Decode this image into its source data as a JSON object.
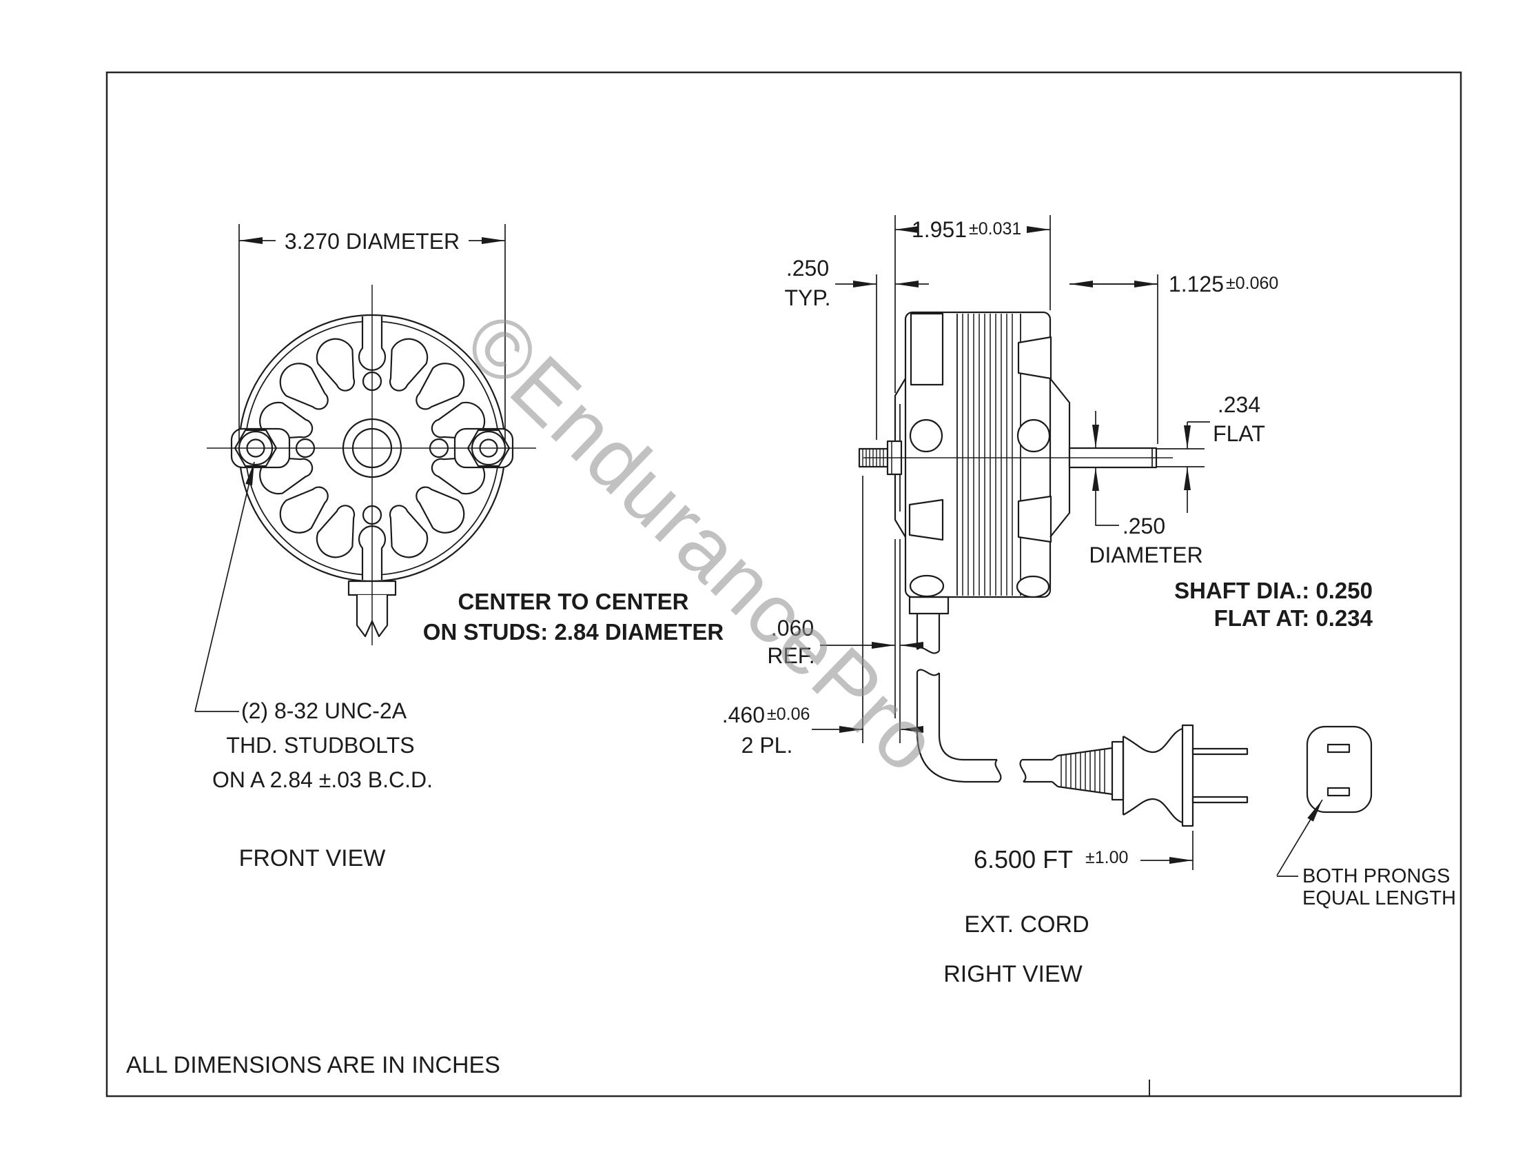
{
  "watermark": "©EndurancePro",
  "footer": {
    "units_note": "ALL DIMENSIONS ARE IN INCHES"
  },
  "front_view": {
    "label": "FRONT VIEW",
    "diameter_dim": "3.270 DIAMETER",
    "center_note_line1": "CENTER TO CENTER",
    "center_note_line2": "ON STUDS: 2.84  DIAMETER",
    "studbolt_note_line1": "(2) 8-32 UNC-2A",
    "studbolt_note_line2": "THD. STUDBOLTS",
    "studbolt_note_line3": "ON A 2.84 ±.03 B.C.D."
  },
  "right_view": {
    "label": "RIGHT VIEW",
    "length_dim_value": "1.951",
    "length_dim_tol": "±0.031",
    "stud_protrusion_line1": ".250",
    "stud_protrusion_line2": "TYP.",
    "shaft_length_value": "1.125",
    "shaft_length_tol": "±0.060",
    "flat_dim_line1": ".234",
    "flat_dim_line2": "FLAT",
    "shaft_dia_dim_line1": ".250",
    "shaft_dia_dim_line2": "DIAMETER",
    "shaft_note_line1": "SHAFT DIA.: 0.250",
    "shaft_note_line2": "FLAT AT: 0.234",
    "ref_dim_line1": ".060",
    "ref_dim_line2": "REF.",
    "stud_dim_value": ".460",
    "stud_dim_tol": "±0.06",
    "stud_dim_line2": "2 PL.",
    "cord_length_value": "6.500 FT ",
    "cord_length_tol": "±1.00",
    "cord_label": "EXT. CORD",
    "prong_note_line1": "BOTH PRONGS",
    "prong_note_line2": "EQUAL LENGTH"
  }
}
